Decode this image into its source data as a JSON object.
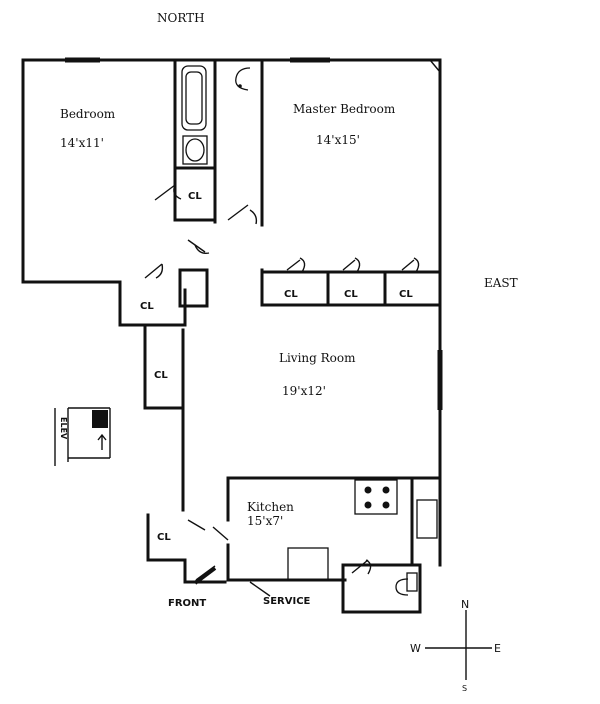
{
  "orientation": {
    "north": "NORTH",
    "east": "EAST"
  },
  "rooms": {
    "bedroom": {
      "name": "Bedroom",
      "size": "14'x11'"
    },
    "master_bedroom": {
      "name": "Master Bedroom",
      "size": "14'x15'"
    },
    "living_room": {
      "name": "Living Room",
      "size": "19'x12'"
    },
    "kitchen": {
      "name": "Kitchen",
      "size": "15'x7'"
    }
  },
  "closets": {
    "bath_closet": "CL",
    "hall_closet": "CL",
    "master_closet_1": "CL",
    "master_closet_2": "CL",
    "master_closet_3": "CL",
    "corridor_closet": "CL",
    "entry_closet": "CL"
  },
  "entrances": {
    "front": "FRONT",
    "service": "SERVICE"
  },
  "compass": {
    "n": "N",
    "s": "S",
    "e": "E",
    "w": "W"
  },
  "elevator_key": {
    "label": "ELEV"
  }
}
